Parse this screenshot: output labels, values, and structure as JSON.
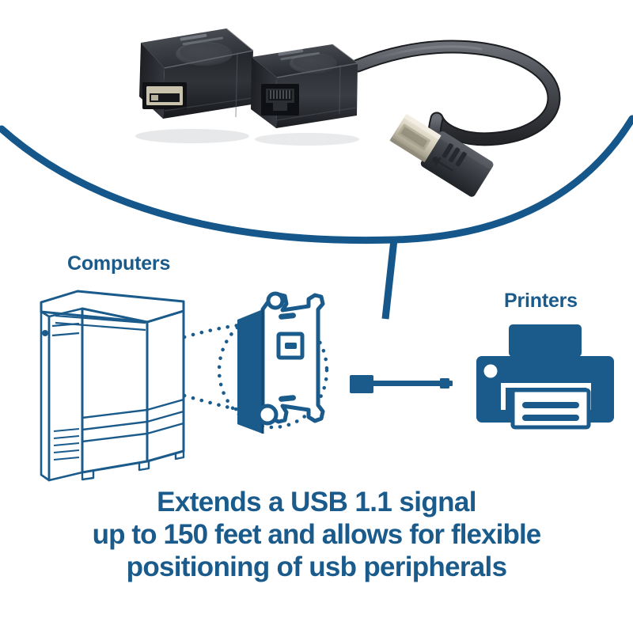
{
  "palette": {
    "brand_blue": "#1a5b8c",
    "brand_blue_dark": "#134a74",
    "background": "#ffffff",
    "device_body": "#35383d",
    "device_body_dark": "#1d1f23",
    "cable_gray": "#4a4d52",
    "usb_contact": "#cfc9ad"
  },
  "labels": {
    "computers": "Computers",
    "printers": "Printers"
  },
  "headline": {
    "line1": "Extends a USB 1.1 signal",
    "line2": "up to 150 feet and allows for flexible",
    "line3": "positioning of usb peripherals",
    "full_text": "Extends a USB 1.1 signal up to 150 feet and allows for flexible positioning of usb peripherals"
  },
  "photo": {
    "description": "Pair of black USB-over-Cat5 extender dongles connected by a coiled gray cable terminating in a USB Type-A plug",
    "devices": [
      {
        "name": "usb-local-unit",
        "port": "usb-a-port",
        "port_label": "USB A"
      },
      {
        "name": "rj45-remote-unit",
        "port": "rj45-jack",
        "port_label": "RJ45"
      }
    ],
    "connector": "usb-type-a-plug"
  },
  "diagram": {
    "computer": {
      "name": "computer-tower",
      "style": "line-art-outline"
    },
    "wallplate": {
      "name": "wall-plate-faceplate",
      "style": "solid-fill-3d"
    },
    "printer": {
      "name": "printer-icon",
      "style": "solid-fill"
    },
    "patch_cable": {
      "name": "patch-cable",
      "style": "solid-fill"
    },
    "signal": {
      "name": "signal-dotted-cone",
      "style": "dotted"
    }
  }
}
